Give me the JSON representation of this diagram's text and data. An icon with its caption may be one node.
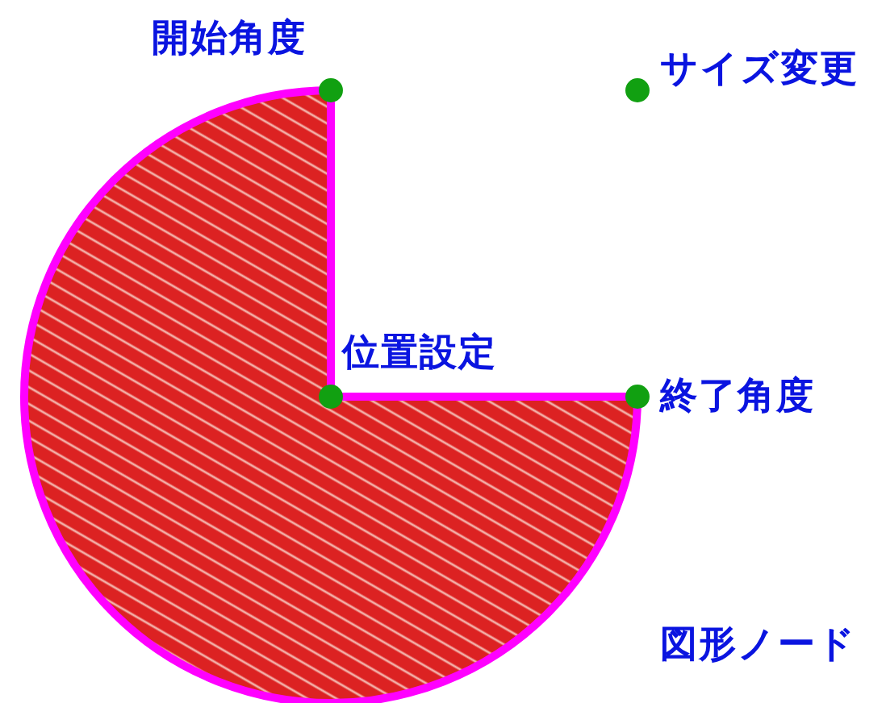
{
  "diagram": {
    "labels": [
      "開始角度",
      "サイズ変更",
      "位置設定",
      "終了角度",
      "図形ノード"
    ]
  }
}
